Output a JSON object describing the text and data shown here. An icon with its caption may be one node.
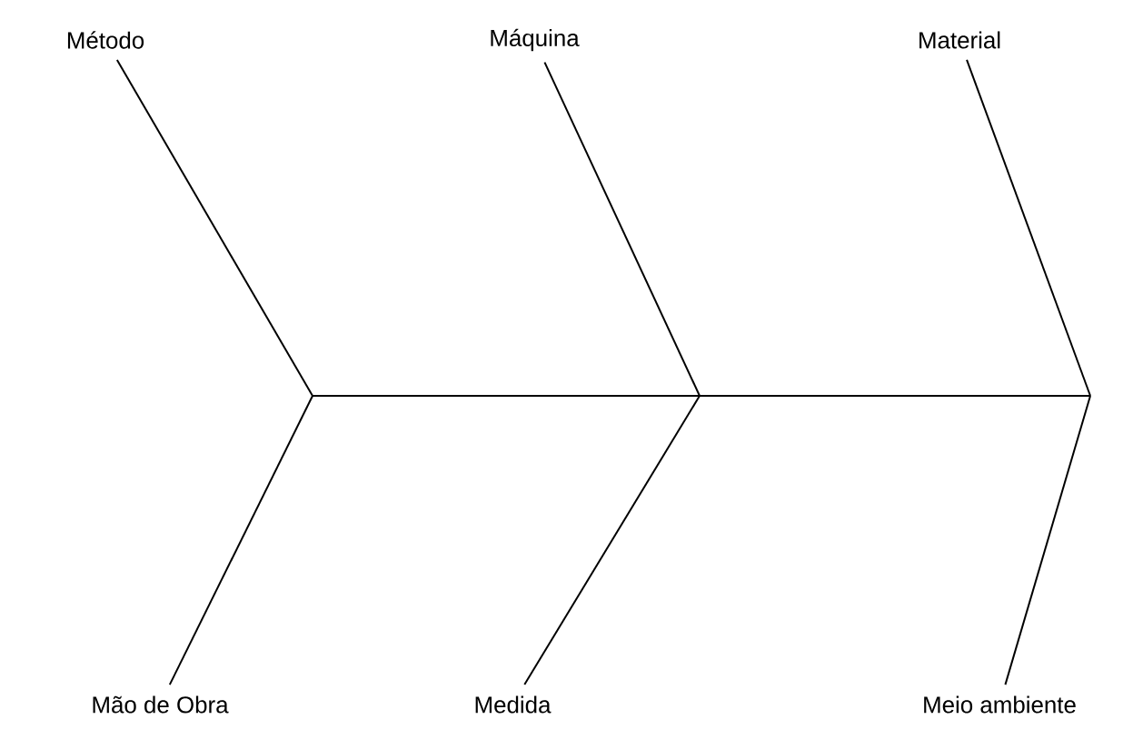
{
  "diagram": {
    "nodes": [
      {
        "text": [
          "Método"
        ]
      },
      {
        "text": [
          "Máquina"
        ]
      },
      {
        "text": [
          "Material"
        ]
      },
      {
        "text": [
          "Mão de Obra"
        ]
      },
      {
        "text": [
          "Medida"
        ]
      },
      {
        "text": [
          "Meio ambiente"
        ]
      }
    ],
    "edges": [
      {
        "from": 0,
        "to": null,
        "arrow": "none"
      },
      {
        "from": 1,
        "to": null,
        "arrow": "none"
      },
      {
        "from": 2,
        "to": null,
        "arrow": "none"
      },
      {
        "from": 3,
        "to": null,
        "arrow": "none"
      },
      {
        "from": 4,
        "to": null,
        "arrow": "none"
      },
      {
        "from": 5,
        "to": null,
        "arrow": "none"
      }
    ]
  }
}
